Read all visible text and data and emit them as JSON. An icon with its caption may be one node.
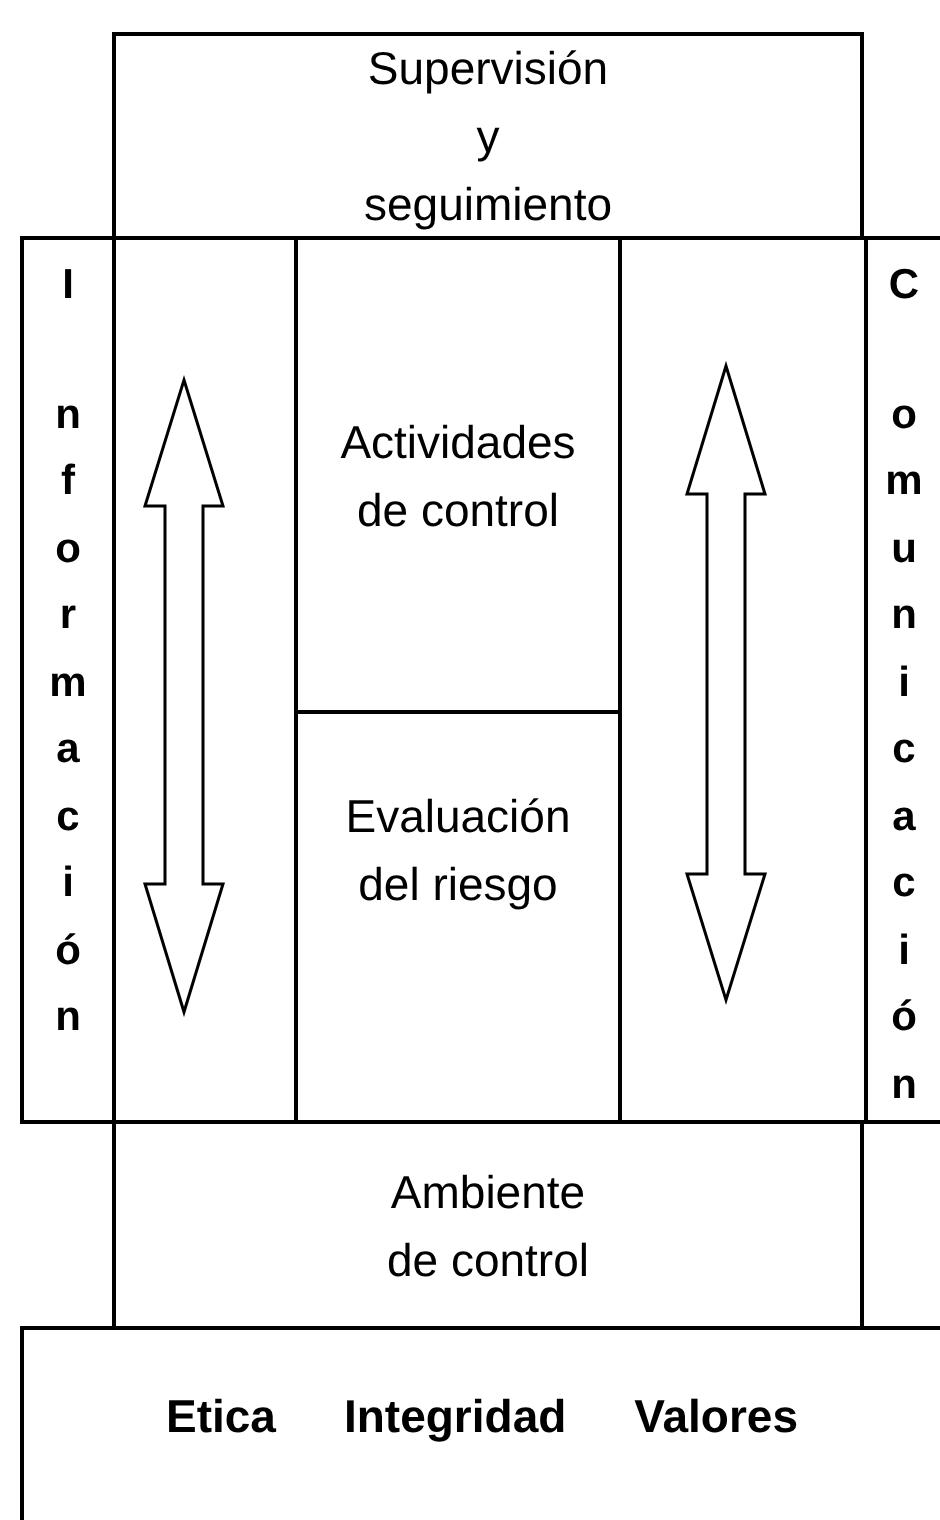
{
  "diagram": {
    "nodes": [
      {
        "text": [
          "Supervisión y seguimiento"
        ]
      },
      {
        "text": [
          "Información"
        ]
      },
      {
        "text": [
          "Actividades de control"
        ]
      },
      {
        "text": [
          "Evaluación del riesgo"
        ]
      },
      {
        "text": [
          "Comunicación"
        ]
      },
      {
        "text": [
          "Ambiente de control"
        ]
      },
      {
        "text": [
          "Etica",
          "Integridad",
          "Valores"
        ]
      }
    ]
  }
}
